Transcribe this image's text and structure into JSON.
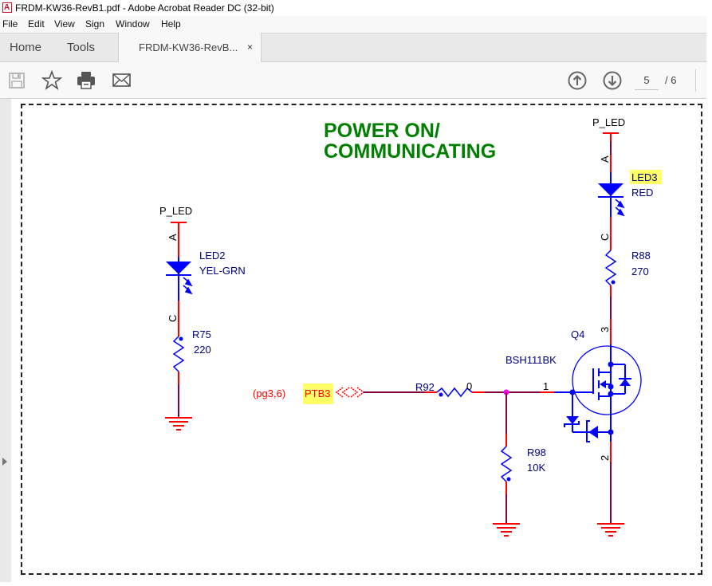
{
  "window": {
    "title": "FRDM-KW36-RevB1.pdf - Adobe Acrobat Reader DC (32-bit)",
    "app_icon": "acrobat-icon"
  },
  "menu": [
    "File",
    "Edit",
    "View",
    "Sign",
    "Window",
    "Help"
  ],
  "tabs": {
    "home": "Home",
    "tools": "Tools",
    "document": "FRDM-KW36-RevB...",
    "close_glyph": "×"
  },
  "toolbar": {
    "icons": [
      "save-icon",
      "bookmark-star-icon",
      "print-icon",
      "email-icon",
      "prev-page-icon",
      "next-page-icon"
    ],
    "current_page": "5",
    "total_pages": "/ 6"
  },
  "schematic": {
    "title_line1": "POWER ON/",
    "title_line2": "COMMUNICATING",
    "colors": {
      "title": "#008000",
      "component": "#0000ff",
      "pin": "#ff0000",
      "wire": "#800040",
      "junction": "#ff00ff",
      "label_text": "#000080",
      "highlight": "#ffff66",
      "offpage": "#ff0000"
    },
    "led2": {
      "net": "P_LED",
      "anode": "A",
      "cathode": "C",
      "ref": "LED2",
      "value": "YEL-GRN"
    },
    "r75": {
      "ref": "R75",
      "value": "220"
    },
    "led3": {
      "net": "P_LED",
      "anode": "A",
      "cathode": "C",
      "ref": "LED3",
      "value": "RED"
    },
    "r88": {
      "ref": "R88",
      "value": "270"
    },
    "offpage": {
      "ref": "(pg3,6)",
      "net": "PTB3"
    },
    "r92": {
      "ref": "R92",
      "value": "0"
    },
    "r98": {
      "ref": "R98",
      "value": "10K"
    },
    "q4": {
      "ref": "Q4",
      "part": "BSH111BK",
      "pin_gate": "1",
      "pin_drain": "3",
      "pin_source": "2"
    }
  }
}
